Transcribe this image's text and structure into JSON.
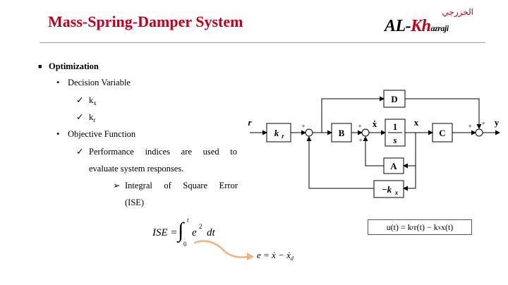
{
  "header": {
    "title": "Mass-Spring-Damper System",
    "logo_arabic": "الخزرجي",
    "logo_prefix": "AL-",
    "logo_kh": "Kh",
    "logo_suffix": "azraji"
  },
  "content": {
    "section": "Optimization",
    "decision_variable": "Decision Variable",
    "var1": "k",
    "var1_sub": "x",
    "var2": "k",
    "var2_sub": "r",
    "objective_function": "Objective Function",
    "performance_line1": "Performance indices are used to",
    "performance_line2": "evaluate system responses.",
    "ise_line1": "Integral of Square Error",
    "ise_line2": "(ISE)"
  },
  "diagram": {
    "input": "r",
    "output": "y",
    "state": "x",
    "state_dot": "ẋ",
    "block_kr": "k",
    "block_kr_sub": "r",
    "block_B": "B",
    "block_int_num": "1",
    "block_int_den": "s",
    "block_C": "C",
    "block_D": "D",
    "block_A": "A",
    "block_kx": "−k",
    "block_kx_sub": "x",
    "plus": "+"
  },
  "equations": {
    "ise_lhs": "ISE =",
    "ise_upper": "t",
    "ise_lower": "0",
    "ise_integrand": "e",
    "ise_power": "2",
    "ise_dt": "dt",
    "error_def": "e = ẋ − ẋ",
    "error_sub": "d",
    "control_law": "u(t) = k",
    "control_law_s1": "r",
    "control_law_mid": "r(t) − k",
    "control_law_s2": "x",
    "control_law_end": "x(t)"
  },
  "colors": {
    "title": "#c0001a",
    "arrow": "#f2b27a"
  }
}
